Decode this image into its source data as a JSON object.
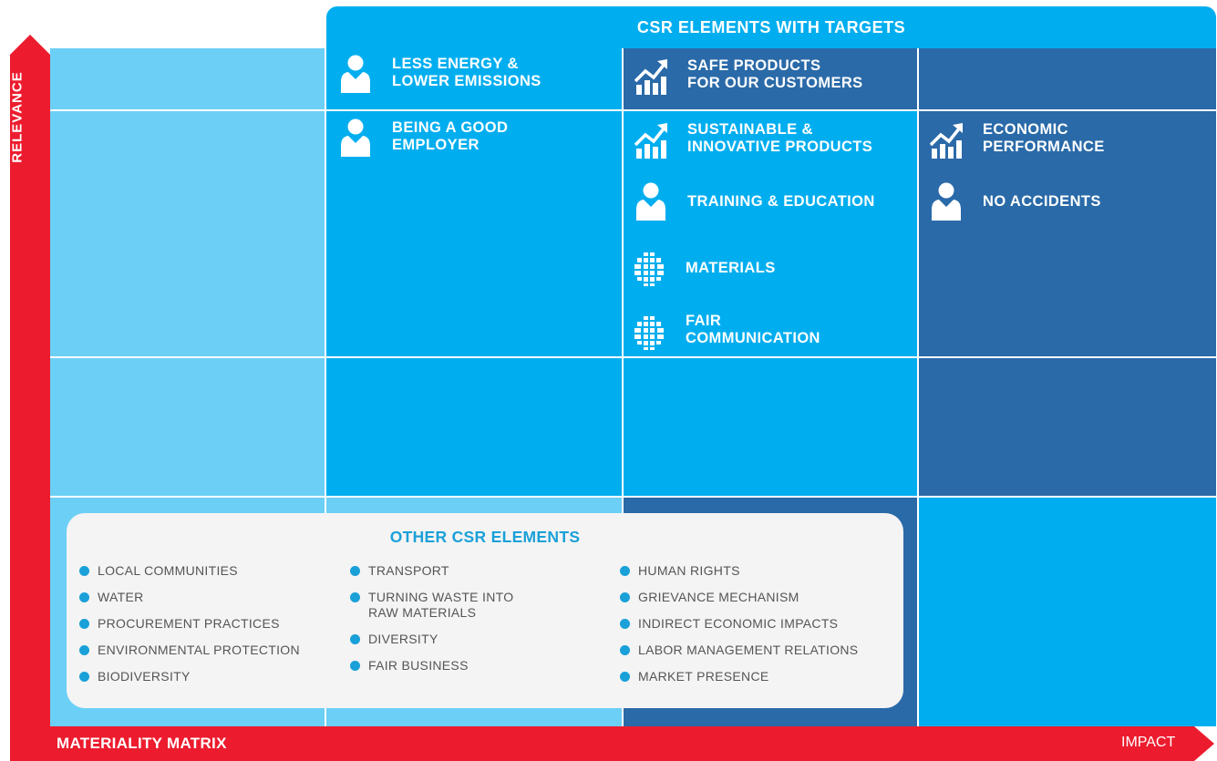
{
  "header": {
    "title": "CSR ELEMENTS WITH TARGETS"
  },
  "axes": {
    "y_label": "RELEVANCE",
    "x_label": "MATERIALITY MATRIX",
    "x_end_label": "IMPACT"
  },
  "items": [
    {
      "icon": "person-icon",
      "text": "LESS ENERGY &\nLOWER EMISSIONS"
    },
    {
      "icon": "growth-chart-icon",
      "text": "SAFE PRODUCTS\nFOR OUR CUSTOMERS"
    },
    {
      "icon": "person-icon",
      "text": "BEING A GOOD\nEMPLOYER"
    },
    {
      "icon": "growth-chart-icon",
      "text": "SUSTAINABLE &\nINNOVATIVE PRODUCTS"
    },
    {
      "icon": "person-icon",
      "text": "TRAINING & EDUCATION"
    },
    {
      "icon": "globe-icon",
      "text": "MATERIALS"
    },
    {
      "icon": "globe-icon",
      "text": "FAIR\nCOMMUNICATION"
    },
    {
      "icon": "growth-chart-icon",
      "text": "ECONOMIC\nPERFORMANCE"
    },
    {
      "icon": "person-icon",
      "text": "NO ACCIDENTS"
    }
  ],
  "other": {
    "title": "OTHER CSR ELEMENTS",
    "columns": [
      [
        "LOCAL COMMUNITIES",
        "WATER",
        "PROCUREMENT PRACTICES",
        "ENVIRONMENTAL PROTECTION",
        "BIODIVERSITY"
      ],
      [
        "TRANSPORT",
        "TURNING WASTE INTO\nRAW MATERIALS",
        "DIVERSITY",
        "FAIR BUSINESS"
      ],
      [
        "HUMAN RIGHTS",
        "GRIEVANCE MECHANISM",
        "INDIRECT ECONOMIC IMPACTS",
        "LABOR MANAGEMENT RELATIONS",
        "MARKET PRESENCE"
      ]
    ]
  },
  "colors": {
    "light": "#6ccff6",
    "mid": "#00aeef",
    "dark": "#2a6aa8",
    "axis": "#ec1c2e",
    "bullet": "#1aa0d8"
  }
}
